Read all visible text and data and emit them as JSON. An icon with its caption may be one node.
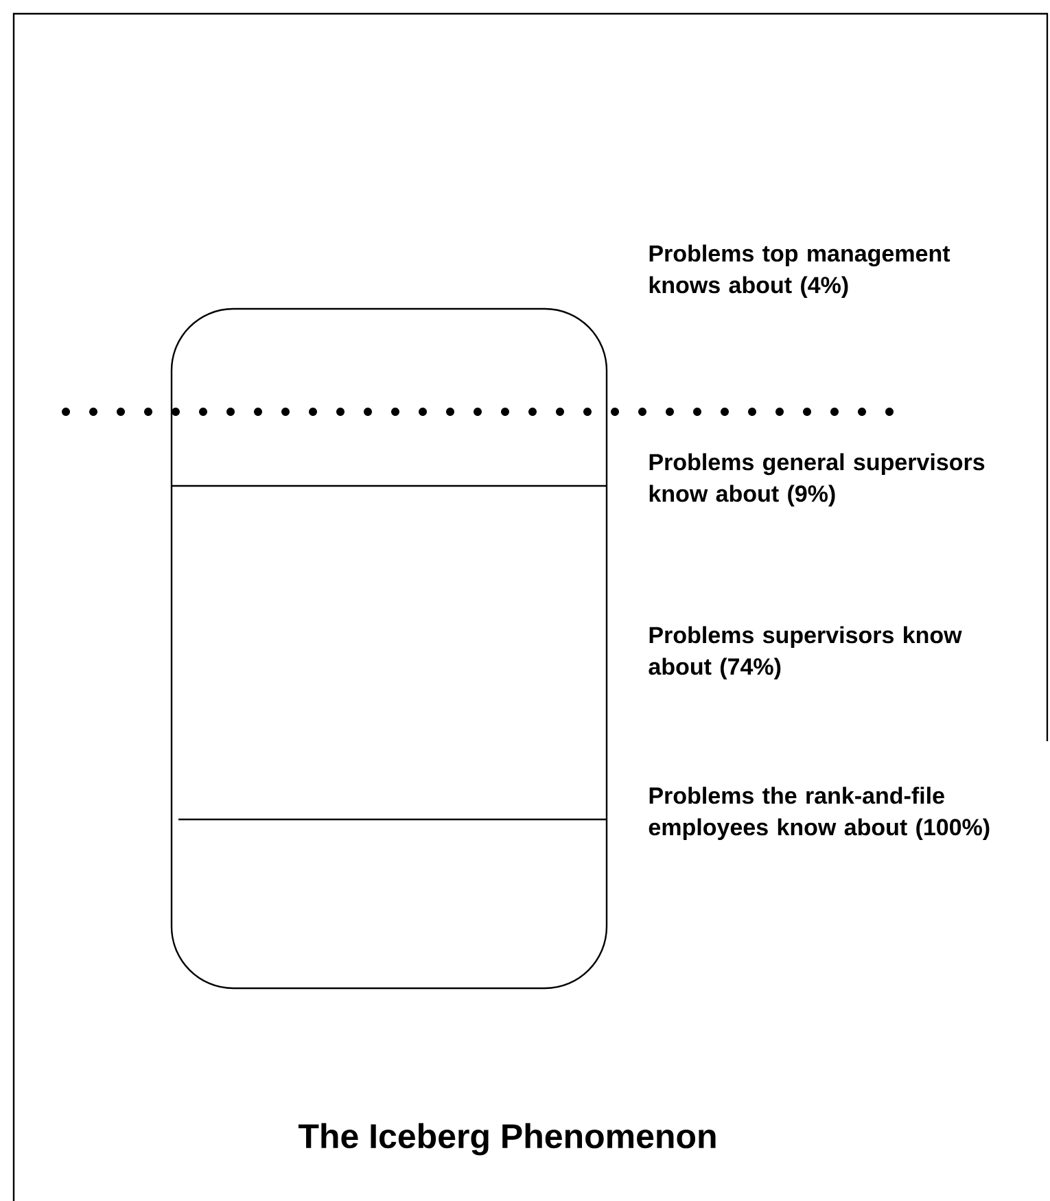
{
  "diagram": {
    "caption": "The Iceberg Phenomenon",
    "labels": [
      "Problems top management knows about (4%)",
      "Problems general supervisors know about (9%)",
      "Problems supervisors know about (74%)",
      "Problems the rank-and-file employees know about (100%)"
    ]
  }
}
